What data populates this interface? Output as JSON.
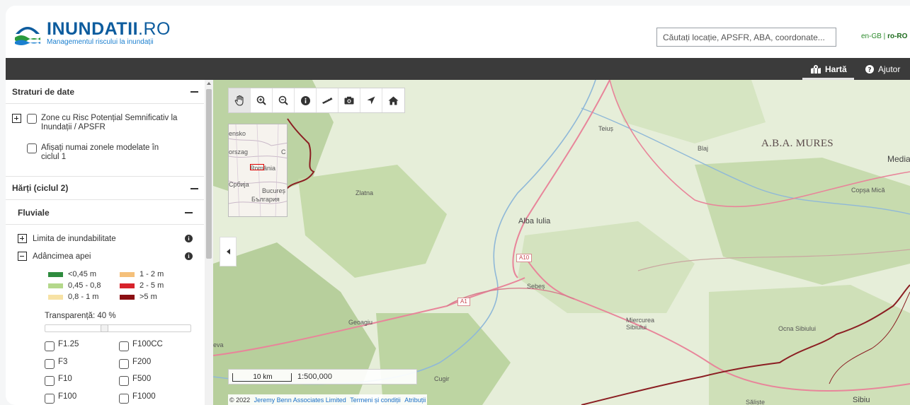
{
  "header": {
    "logo_title": "INUNDATII",
    "logo_title_suffix": ".RO",
    "logo_subtitle": "Managementul riscului la inundații",
    "search_placeholder": "Căutați locație, APSFR, ABA, coordonate...",
    "lang_en": "en-GB",
    "lang_sep": " | ",
    "lang_ro": "ro-RO"
  },
  "topbar": {
    "map_label": "Hartă",
    "help_label": "Ajutor"
  },
  "panel": {
    "data_layers": {
      "title": "Straturi de date",
      "apsfr_label": "Zone cu Risc Potențial Semnificativ la Inundații / APSFR",
      "modelled_label": "Afișați numai zonele modelate în ciclul 1"
    },
    "maps_cycle2": {
      "title": "Hărți (ciclul 2)",
      "fluvial": {
        "title": "Fluviale",
        "limit_label": "Limita de inundabilitate",
        "depth_label": "Adâncimea apei",
        "legend": [
          {
            "label": "<0,45 m",
            "color": "#2e8b3e"
          },
          {
            "label": "0,45 - 0,8",
            "color": "#b4d88b"
          },
          {
            "label": "0,8 - 1 m",
            "color": "#f7e2a5"
          },
          {
            "label": "1 - 2 m",
            "color": "#f5c07a"
          },
          {
            "label": "2 - 5 m",
            "color": "#d7232b"
          },
          {
            "label": ">5 m",
            "color": "#8b0e12"
          }
        ],
        "transparency_label": "Transparență: 40 %",
        "transparency_value": 0.4,
        "probabilities": [
          "F1.25",
          "F100CC",
          "F3",
          "F200",
          "F10",
          "F500",
          "F100",
          "F1000"
        ]
      }
    }
  },
  "map": {
    "aba_label": "A.B.A. MURES",
    "places": {
      "teius": "Teiuș",
      "blaj": "Blaj",
      "medias": "Mediaș",
      "zlatna": "Zlatna",
      "copsa": "Copșa Mică",
      "alba": "Alba Iulia",
      "sebes": "Sebeș",
      "geoagiu": "Geoagiu",
      "miercurea": "Miercurea\nSibiului",
      "ocna": "Ocna Sibiului",
      "cugir": "Cugir",
      "saliste": "Săliște",
      "sibiu": "Sibiu",
      "eva": "eva"
    },
    "shields": {
      "a10": "A10",
      "a1": "A1"
    },
    "overview_labels": {
      "slovensko": "ensko",
      "orszag": "orszag",
      "romania": "România",
      "srbija": "Србија",
      "bucuresti": "Bucureș",
      "bulgaria": "България",
      "c": "C"
    },
    "scale_km": "10 km",
    "scale_ratio": "1:500,000",
    "attribution": {
      "copyright": "© 2022",
      "company": "Jeremy Benn Associates Limited",
      "terms": "Termeni și condiții",
      "attributions": "Atribuții"
    },
    "colors": {
      "boundary": "#8b1e22",
      "road": "#e8859a",
      "river": "#8fb8d8"
    }
  }
}
